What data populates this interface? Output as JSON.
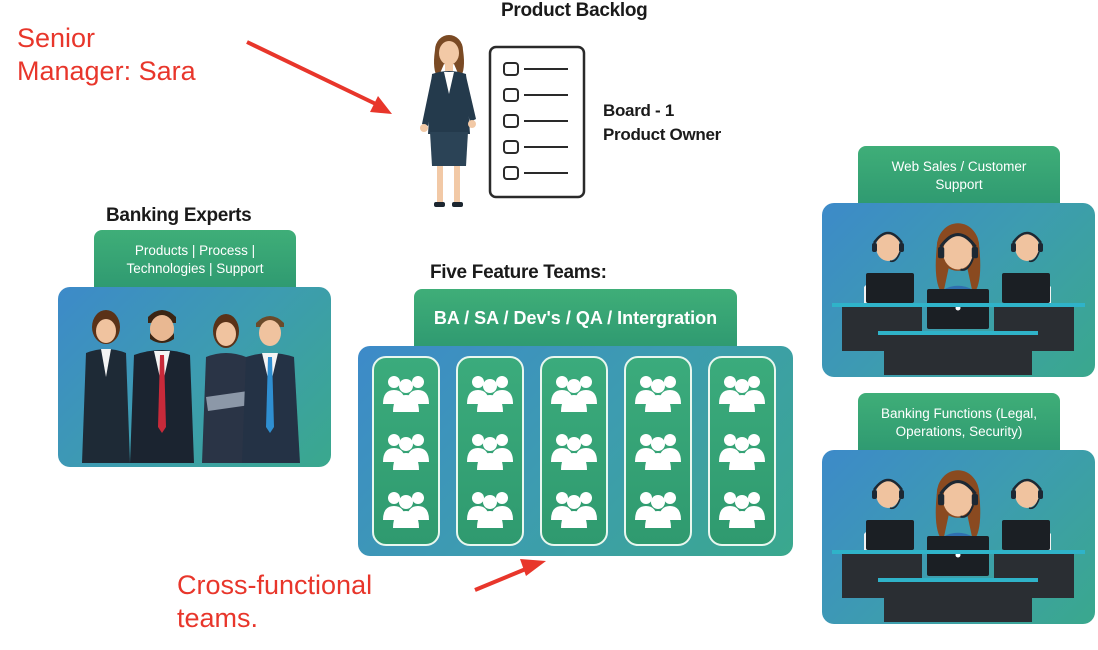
{
  "annotations": {
    "senior_manager": [
      "Senior",
      "Manager: Sara"
    ],
    "cross_functional": [
      "Cross-functional",
      "teams."
    ]
  },
  "product_backlog": {
    "title": "Product Backlog",
    "board_line1": "Board - 1",
    "board_line2": "Product Owner",
    "checklist_items": 5
  },
  "banking_experts": {
    "title": "Banking Experts",
    "tab_line1": "Products | Process |",
    "tab_line2": "Technologies | Support"
  },
  "feature_teams": {
    "title": "Five Feature Teams:",
    "tab_label": "BA / SA / Dev's / QA / Intergration",
    "columns": 5,
    "groups_per_column": 3
  },
  "web_sales": {
    "tab_line1": "Web Sales / Customer",
    "tab_line2": "Support"
  },
  "banking_functions": {
    "tab_line1": "Banking Functions (Legal,",
    "tab_line2": "Operations, Security)"
  },
  "colors": {
    "annotation": "#e8362b",
    "tab_green": "#3fae78",
    "panel_blue": "#3d8ac9",
    "panel_teal": "#3aa88d"
  }
}
